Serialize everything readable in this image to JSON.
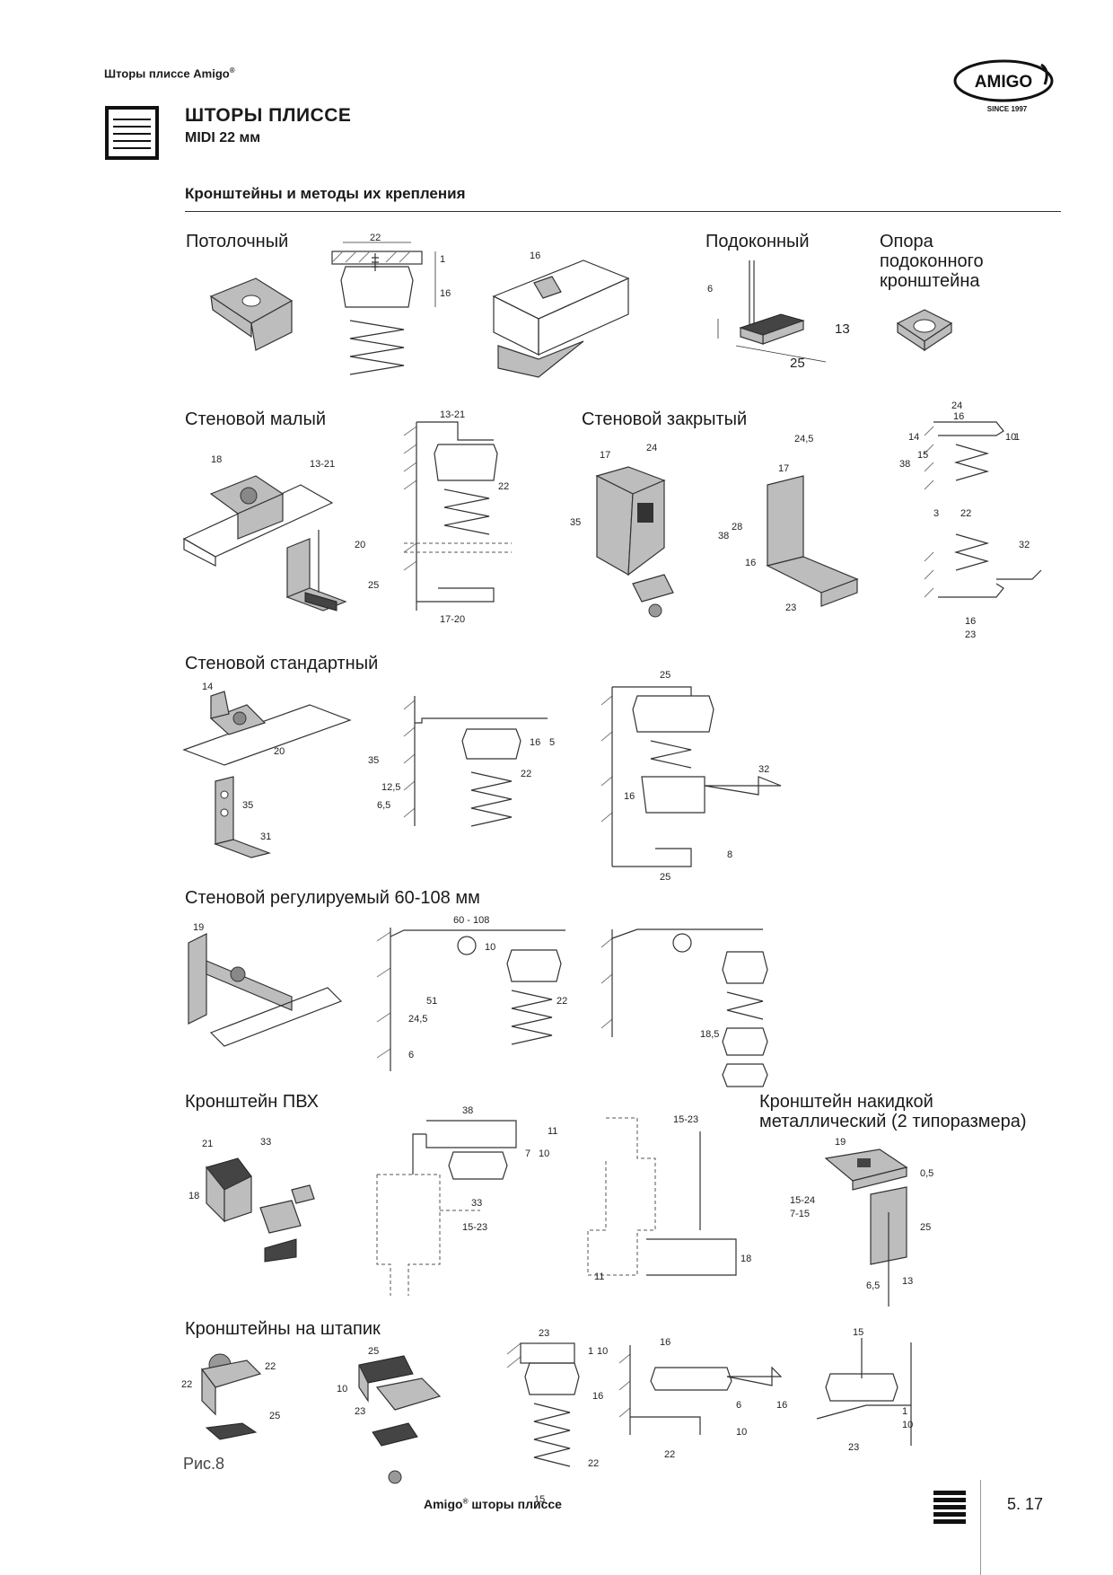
{
  "header": {
    "brand_text": "Шторы плиссе Amigo",
    "brand_mark": "®",
    "logo_text": "AMIGO",
    "logo_since": "SINCE 1997",
    "title": "ШТОРЫ ПЛИССЕ",
    "subtitle": "MIDI 22 мм",
    "section_title": "Кронштейны и методы их крепления"
  },
  "labels": {
    "ceiling": "Потолочный",
    "sill": "Подоконный",
    "sill_support": "Опора\nподоконного\nкронштейна",
    "wall_small": "Стеновой малый",
    "wall_closed": "Стеновой закрытый",
    "wall_standard": "Стеновой стандартный",
    "wall_adjustable": "Стеновой регулируемый 60-108 мм",
    "pvc": "Кронштейн ПВХ",
    "clip_metal": "Кронштейн накидкой\nметаллический (2 типоразмера)",
    "bead": "Кронштейны на штапик"
  },
  "dims": {
    "ceiling": [
      "22",
      "1",
      "16"
    ],
    "ceiling_rail": "16",
    "sill": [
      "6",
      "13",
      "25"
    ],
    "wall_small_3d": [
      "18",
      "13-21"
    ],
    "wall_small_2d": [
      "20",
      "25"
    ],
    "wall_small_draw": [
      "13-21",
      "22",
      "17-20"
    ],
    "wall_closed_3d": [
      "17",
      "24",
      "35"
    ],
    "wall_closed_3d2": [
      "24,5",
      "17",
      "38",
      "28",
      "16",
      "23"
    ],
    "wall_closed_draw": [
      "24",
      "16",
      "14",
      "15",
      "38",
      "10",
      "1",
      "22",
      "3",
      "32",
      "16",
      "23"
    ],
    "wall_std_3d": [
      "14",
      "20",
      "35",
      "31"
    ],
    "wall_std_draw": [
      "35",
      "12,5",
      "6,5",
      "16",
      "5",
      "22"
    ],
    "wall_std_draw2": [
      "25",
      "32",
      "16",
      "8",
      "25"
    ],
    "wall_adj": [
      "19",
      "60 - 108",
      "10",
      "51",
      "24,5",
      "6",
      "22",
      "18,5"
    ],
    "pvc_3d": [
      "21",
      "33",
      "18"
    ],
    "pvc_draw": [
      "38",
      "11",
      "7",
      "10",
      "33",
      "15-23"
    ],
    "pvc_draw2": [
      "15-23",
      "11",
      "18"
    ],
    "clip": [
      "19",
      "0,5",
      "15-24",
      "7-15",
      "25",
      "6,5",
      "13"
    ],
    "bead_1": [
      "22",
      "22",
      "25"
    ],
    "bead_2": [
      "25",
      "10",
      "23"
    ],
    "bead_3": [
      "23",
      "1",
      "10",
      "16",
      "22",
      "15"
    ],
    "bead_4": [
      "16",
      "6",
      "16",
      "10",
      "22"
    ],
    "bead_5": [
      "15",
      "1",
      "10",
      "23"
    ]
  },
  "footer": {
    "figure_caption": "Рис.8",
    "footer_text": "Amigo",
    "footer_mark": "®",
    "footer_text2": " шторы плиссе",
    "page_number": "5. 17"
  }
}
